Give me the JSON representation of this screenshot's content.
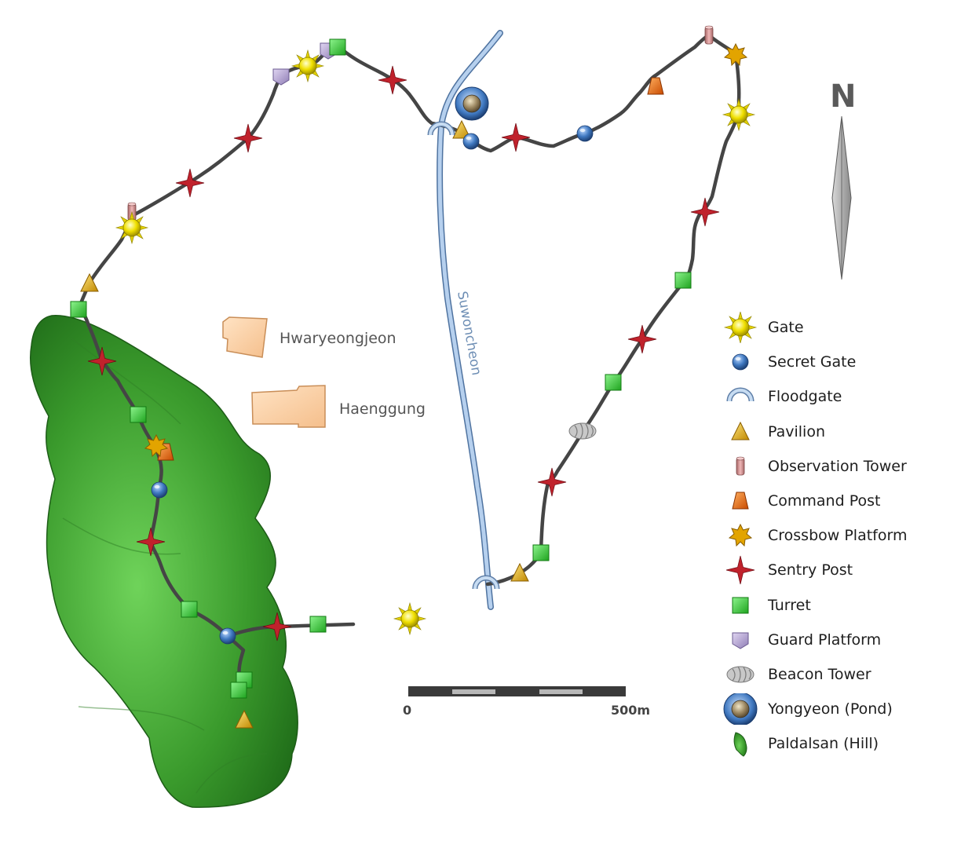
{
  "map": {
    "places": [
      {
        "id": "hwaryeongjeon",
        "label": "Hwaryeongjeon"
      },
      {
        "id": "haenggung",
        "label": "Haenggung"
      }
    ],
    "river_label": "Suwoncheon",
    "scale": {
      "start_label": "0",
      "end_label": "500m"
    },
    "north_label": "N"
  },
  "legend": {
    "items": [
      {
        "icon": "gate-icon",
        "label": "Gate"
      },
      {
        "icon": "secret-gate-icon",
        "label": "Secret Gate"
      },
      {
        "icon": "floodgate-icon",
        "label": "Floodgate"
      },
      {
        "icon": "pavilion-icon",
        "label": "Pavilion"
      },
      {
        "icon": "observation-tower-icon",
        "label": "Observation Tower"
      },
      {
        "icon": "command-post-icon",
        "label": "Command Post"
      },
      {
        "icon": "crossbow-platform-icon",
        "label": "Crossbow Platform"
      },
      {
        "icon": "sentry-post-icon",
        "label": "Sentry Post"
      },
      {
        "icon": "turret-icon",
        "label": "Turret"
      },
      {
        "icon": "guard-platform-icon",
        "label": "Guard Platform"
      },
      {
        "icon": "beacon-tower-icon",
        "label": "Beacon Tower"
      },
      {
        "icon": "yongyeon-pond-icon",
        "label": "Yongyeon (Pond)"
      },
      {
        "icon": "paldalsan-hill-icon",
        "label": "Paldalsan (Hill)"
      }
    ]
  },
  "colors": {
    "wall": "#454545",
    "hill": "#3f9a2f",
    "river": "#9fbfe3",
    "building": "#fbd0a6",
    "gate": "#f3e400",
    "secret_gate": "#3f78c0",
    "pavilion": "#e8b000",
    "command_post": "#f07a10",
    "sentry_post": "#c0222c",
    "turret": "#3dcc3d",
    "guard_platform": "#b7a6d6"
  }
}
